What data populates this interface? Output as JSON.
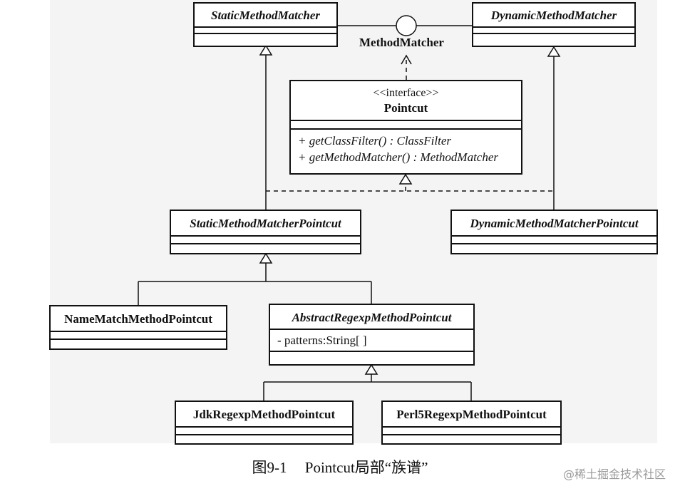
{
  "classes": {
    "static_method_matcher": "StaticMethodMatcher",
    "dynamic_method_matcher": "DynamicMethodMatcher",
    "pointcut": {
      "stereotype": "<<interface>>",
      "name": "Pointcut",
      "methods": [
        "+ getClassFilter() : ClassFilter",
        "+ getMethodMatcher() : MethodMatcher"
      ]
    },
    "static_method_matcher_pointcut": "StaticMethodMatcherPointcut",
    "dynamic_method_matcher_pointcut": "DynamicMethodMatcherPointcut",
    "name_match_method_pointcut": "NameMatchMethodPointcut",
    "abstract_regexp_method_pointcut": {
      "name": "AbstractRegexpMethodPointcut",
      "attributes": [
        "- patterns:String[ ]"
      ]
    },
    "jdk_regexp_method_pointcut": "JdkRegexpMethodPointcut",
    "perl5_regexp_method_pointcut": "Perl5RegexpMethodPointcut"
  },
  "interface_label": "MethodMatcher",
  "caption": {
    "figure_number": "图9-1",
    "title": "Pointcut局部“族谱”"
  },
  "watermark": "@稀土掘金技术社区"
}
